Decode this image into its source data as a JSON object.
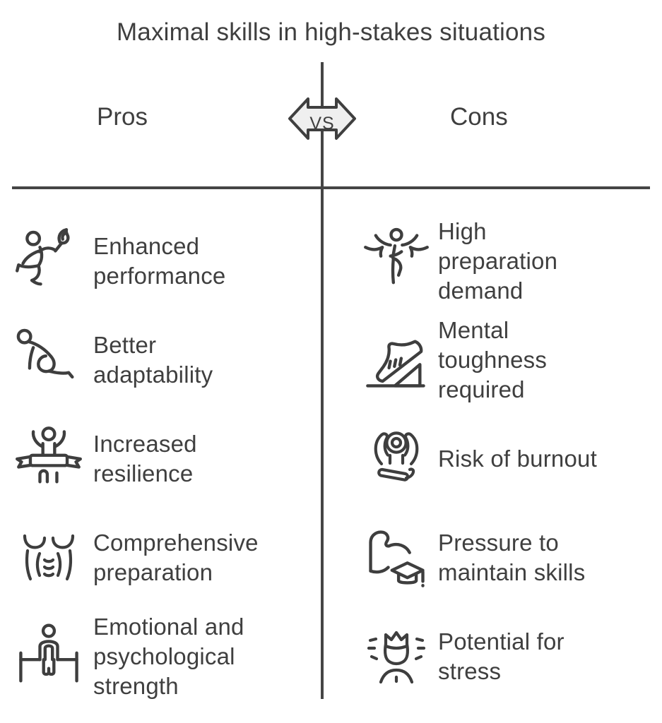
{
  "title": "Maximal skills in high-stakes situations",
  "vs_badge": {
    "label": "VS"
  },
  "colors": {
    "text": "#3f3f3f",
    "line": "#454545",
    "badge_fill": "#efefef",
    "badge_stroke": "#3f3f3f",
    "icon_stroke": "#3e3e3e"
  },
  "columns": {
    "pros": {
      "heading": "Pros",
      "items": [
        {
          "icon": "torch-athlete-icon",
          "label": "Enhanced\nperformance"
        },
        {
          "icon": "sprinter-start-icon",
          "label": "Better\nadaptability"
        },
        {
          "icon": "finish-ribbon-winner-icon",
          "label": "Increased\nresilience"
        },
        {
          "icon": "muscular-torso-icon",
          "label": "Comprehensive\npreparation"
        },
        {
          "icon": "parallel-bars-gymnast-icon",
          "label": "Emotional and\npsychological\nstrength"
        }
      ]
    },
    "cons": {
      "heading": "Cons",
      "items": [
        {
          "icon": "finish-line-runner-icon",
          "label": "High\npreparation\ndemand"
        },
        {
          "icon": "running-shoe-incline-icon",
          "label": "Mental\ntoughness\nrequired"
        },
        {
          "icon": "burnout-meditation-icon",
          "label": "Risk of burnout"
        },
        {
          "icon": "bicep-graduation-cap-icon",
          "label": "Pressure to\nmaintain skills"
        },
        {
          "icon": "stressed-head-icon",
          "label": "Potential for\nstress"
        }
      ]
    }
  }
}
